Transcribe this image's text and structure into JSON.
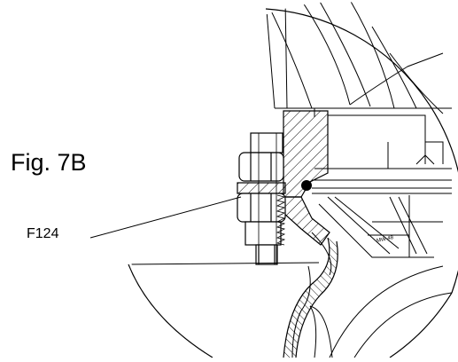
{
  "figure": {
    "title": "Fig. 7B",
    "reference_labels": [
      {
        "id": "F124"
      }
    ],
    "part_marking": "MW-48"
  },
  "colors": {
    "line": "#000000",
    "background": "#ffffff"
  }
}
